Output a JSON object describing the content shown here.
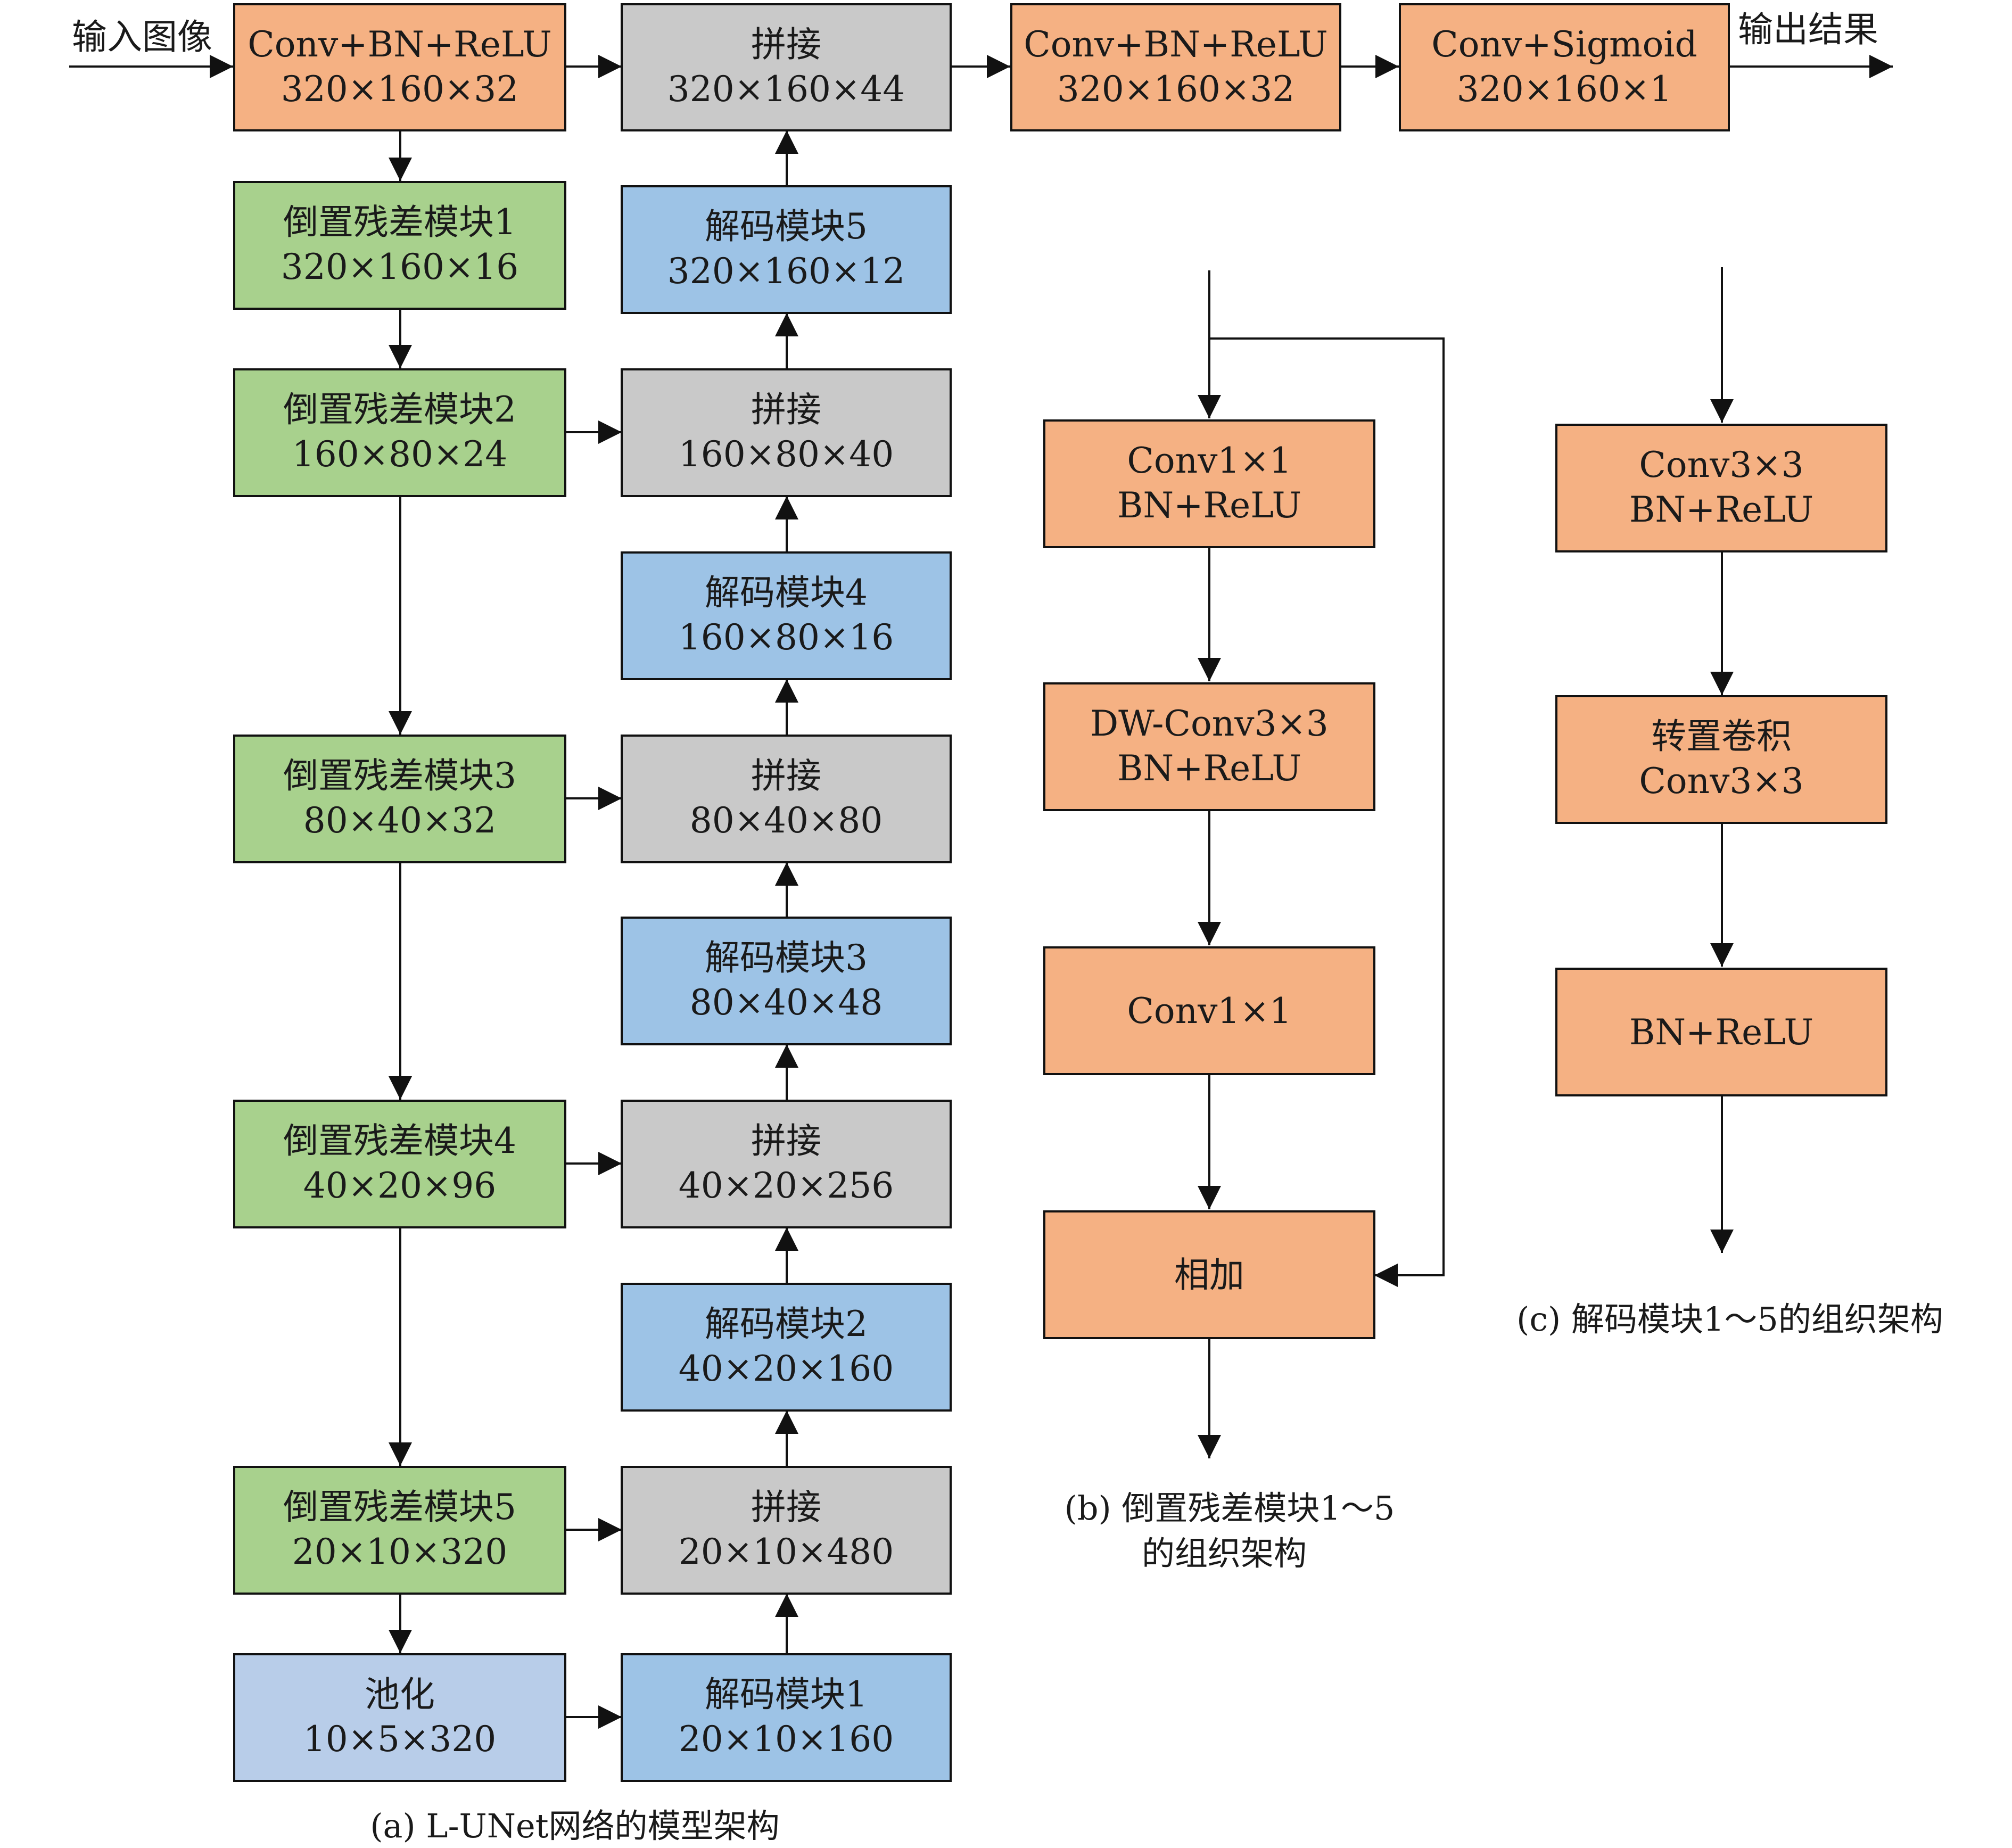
{
  "colors": {
    "orange": "#F5B183",
    "green": "#A8D18D",
    "blue": "#9DC3E6",
    "light_blue": "#B8CDE9",
    "gray": "#C9C9C9"
  },
  "labels": {
    "input": "输入图像",
    "output": "输出结果"
  },
  "panel_a": {
    "encoder": [
      {
        "line1": "Conv+BN+ReLU",
        "line2": "320×160×32"
      },
      {
        "line1": "倒置残差模块1",
        "line2": "320×160×16"
      },
      {
        "line1": "倒置残差模块2",
        "line2": "160×80×24"
      },
      {
        "line1": "倒置残差模块3",
        "line2": "80×40×32"
      },
      {
        "line1": "倒置残差模块4",
        "line2": "40×20×96"
      },
      {
        "line1": "倒置残差模块5",
        "line2": "20×10×320"
      },
      {
        "line1": "池化",
        "line2": "10×5×320"
      }
    ],
    "decoder": [
      {
        "line1": "拼接",
        "line2": "320×160×44"
      },
      {
        "line1": "解码模块5",
        "line2": "320×160×12"
      },
      {
        "line1": "拼接",
        "line2": "160×80×40"
      },
      {
        "line1": "解码模块4",
        "line2": "160×80×16"
      },
      {
        "line1": "拼接",
        "line2": "80×40×80"
      },
      {
        "line1": "解码模块3",
        "line2": "80×40×48"
      },
      {
        "line1": "拼接",
        "line2": "40×20×256"
      },
      {
        "line1": "解码模块2",
        "line2": "40×20×160"
      },
      {
        "line1": "拼接",
        "line2": "20×10×480"
      },
      {
        "line1": "解码模块1",
        "line2": "20×10×160"
      }
    ],
    "head": [
      {
        "line1": "Conv+BN+ReLU",
        "line2": "320×160×32"
      },
      {
        "line1": "Conv+Sigmoid",
        "line2": "320×160×1"
      }
    ],
    "caption": "(a) L-UNet网络的模型架构"
  },
  "panel_b": {
    "blocks": [
      {
        "line1": "Conv1×1",
        "line2": "BN+ReLU"
      },
      {
        "line1": "DW-Conv3×3",
        "line2": "BN+ReLU"
      },
      {
        "line1": "Conv1×1",
        "line2": ""
      },
      {
        "line1": "相加",
        "line2": ""
      }
    ],
    "caption_line1": "(b) 倒置残差模块1～5",
    "caption_line2": "的组织架构"
  },
  "panel_c": {
    "blocks": [
      {
        "line1": "Conv3×3",
        "line2": "BN+ReLU"
      },
      {
        "line1": "转置卷积",
        "line2": "Conv3×3"
      },
      {
        "line1": "BN+ReLU",
        "line2": ""
      }
    ],
    "caption": "(c) 解码模块1～5的组织架构"
  }
}
